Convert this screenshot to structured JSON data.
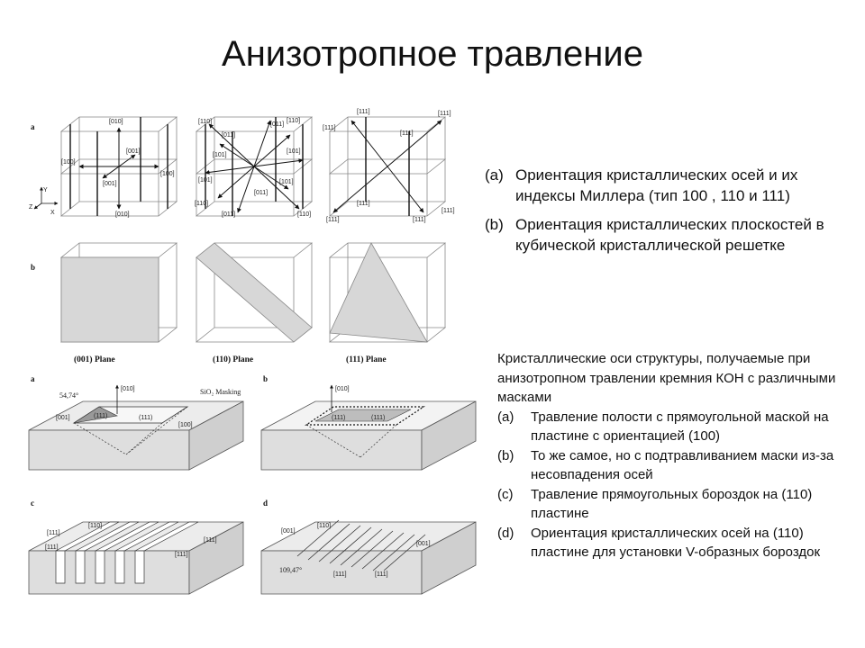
{
  "title": "Анизотропное травление",
  "figure_top": {
    "row_a_letter": "a",
    "row_b_letter": "b",
    "cube1_labels": [
      "[010]",
      "[100]",
      "[001]",
      "[100]",
      "[001]",
      "[010]"
    ],
    "cube2_labels": [
      "[110]",
      "[011]",
      "[011]",
      "[101]",
      "[101]",
      "[101]",
      "[011]",
      "[110]",
      "[011]",
      "[110]",
      "[101]",
      "[110]"
    ],
    "cube3_labels": [
      "[111]",
      "[111]",
      "[111]",
      "[111]",
      "[111]",
      "[111]",
      "[111]",
      "[111]"
    ],
    "axes": [
      "Y",
      "Z",
      "X"
    ],
    "plane_captions": [
      "(001) Plane",
      "(110) Plane",
      "(111) Plane"
    ]
  },
  "figure_bottom": {
    "letters": [
      "a",
      "b",
      "c",
      "d"
    ],
    "panel_a": {
      "angle": "54,74°",
      "mask": "SiO₂ Masking",
      "labels": [
        "[010]",
        "[001]",
        "(111)",
        "(111)",
        "[100]"
      ]
    },
    "panel_b": {
      "labels": [
        "[010]",
        "(111)",
        "(111)"
      ]
    },
    "panel_c": {
      "labels": [
        "[110]",
        "[111]",
        "[111]",
        "[111]",
        "[111]"
      ]
    },
    "panel_d": {
      "angle": "109,47°",
      "labels": [
        "[110]",
        "[001]",
        "[111]",
        "[111]",
        "[001]"
      ]
    }
  },
  "desc_top": [
    {
      "mark": "(a)",
      "text": "Ориентация кристаллических осей и их индексы Миллера (тип 100 , 110 и 111)"
    },
    {
      "mark": "(b)",
      "text": "Ориентация кристаллических плоскостей в кубической кристаллической решетке"
    }
  ],
  "desc_bottom": {
    "intro": "Кристаллические оси структуры, получаемые при анизотропном травлении кремния КОН с различными масками",
    "items": [
      {
        "mark": "(a)",
        "text": "Травление полости с прямоугольной маской на пластине с ориентацией (100)"
      },
      {
        "mark": "(b)",
        "text": "То же самое, но с подтравливанием маски из-за несовпадения осей"
      },
      {
        "mark": "(c)",
        "text": "Травление прямоугольных бороздок на (110) пластине"
      },
      {
        "mark": "(d)",
        "text": "Ориентация кристаллических осей на (110) пластине для установки V-образных бороздок"
      }
    ]
  }
}
